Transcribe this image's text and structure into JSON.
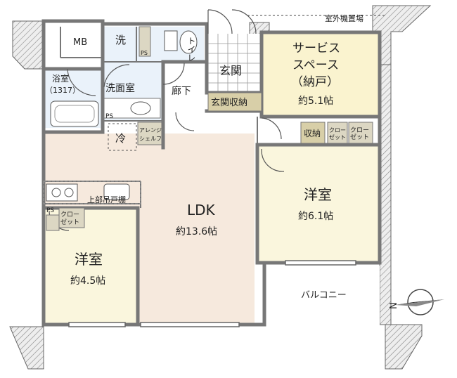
{
  "labels": {
    "outdoor_unit": "室外機置場",
    "mb": "MB",
    "wash": "洗",
    "toilet": "トイレ",
    "genkan": "玄関",
    "genkan_storage": "玄関収納",
    "corridor": "廊下",
    "bath": "浴室",
    "bath_size": "（1317）",
    "washroom": "洗面室",
    "cold": "冷",
    "arrange_shelf_1": "アレンジ",
    "arrange_shelf_2": "シェルフ",
    "ps": "PS",
    "service_space_1": "サービス",
    "service_space_2": "スペース",
    "service_space_3": "（納戸）",
    "service_space_size": "約5.1帖",
    "storage": "収納",
    "closet_1": "クロー",
    "closet_2": "ゼット",
    "western_right": "洋室",
    "western_right_size": "約6.1帖",
    "ldk": "LDK",
    "ldk_size": "約13.6帖",
    "upper_cabinet": "上部吊戸棚",
    "western_left": "洋室",
    "western_left_size": "約4.5帖",
    "balcony": "バルコニー",
    "compass_n": "N"
  },
  "colors": {
    "wall": "#777777",
    "hatch": "#cfcfcf",
    "ldk_floor": "#f6e9dd",
    "room_floor": "#faf6dd",
    "service_floor": "#faf3cf",
    "wet_floor": "#eaf2fa",
    "storage_fill": "#d8cfa8",
    "counter": "#dcd7c3"
  },
  "icons": [
    "compass-icon",
    "toilet-icon",
    "bathtub-icon",
    "sink-icon",
    "stove-icon",
    "door-swing-icon"
  ]
}
